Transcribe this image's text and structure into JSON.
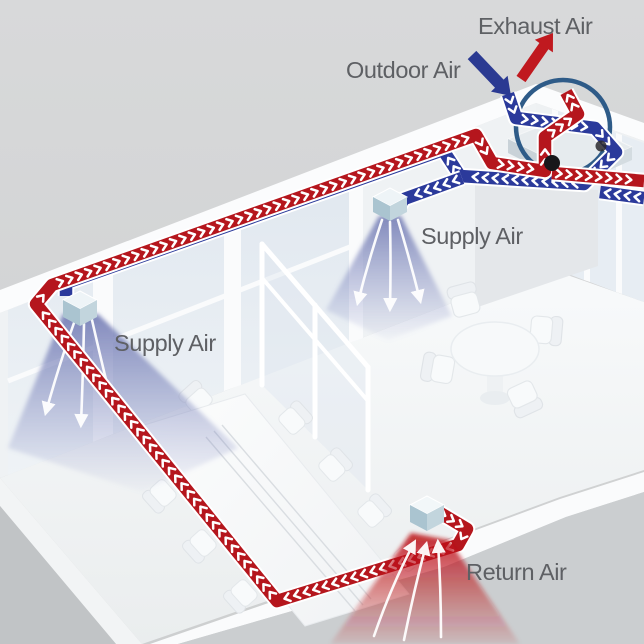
{
  "annotations": [
    {
      "id": "exhaust-air",
      "text": "Exhaust Air",
      "arrow": "red-thick-arrow-up-right"
    },
    {
      "id": "outdoor-air",
      "text": "Outdoor Air",
      "arrow": "blue-thick-arrow-down-right"
    },
    {
      "id": "supply-air-center",
      "text": "Supply Air"
    },
    {
      "id": "supply-air-left",
      "text": "Supply Air"
    },
    {
      "id": "return-air",
      "text": "Return Air"
    }
  ],
  "colors": {
    "duct_red": "#b5161d",
    "duct_blue": "#2b3a9b",
    "chevron_white": "#ffffff",
    "arrow_exhaust_red": "#c0191f",
    "arrow_outdoor_blue": "#2b3a92",
    "highlight_ring_blue": "#2e5b88",
    "label_gray": "#5e6064",
    "supply_cone_blue": "#6e77b2",
    "return_cone_red": "#be141a",
    "background_gray": "#d6d7d8"
  },
  "depicted_components": [
    "heat-recovery-ventilation-unit",
    "exhaust-return-duct-red",
    "outdoor-supply-duct-blue",
    "supply-air-diffuser-left",
    "supply-air-diffuser-center",
    "return-air-grille",
    "conference-table-with-chairs",
    "round-meeting-table-with-chairs",
    "glass-partition"
  ]
}
